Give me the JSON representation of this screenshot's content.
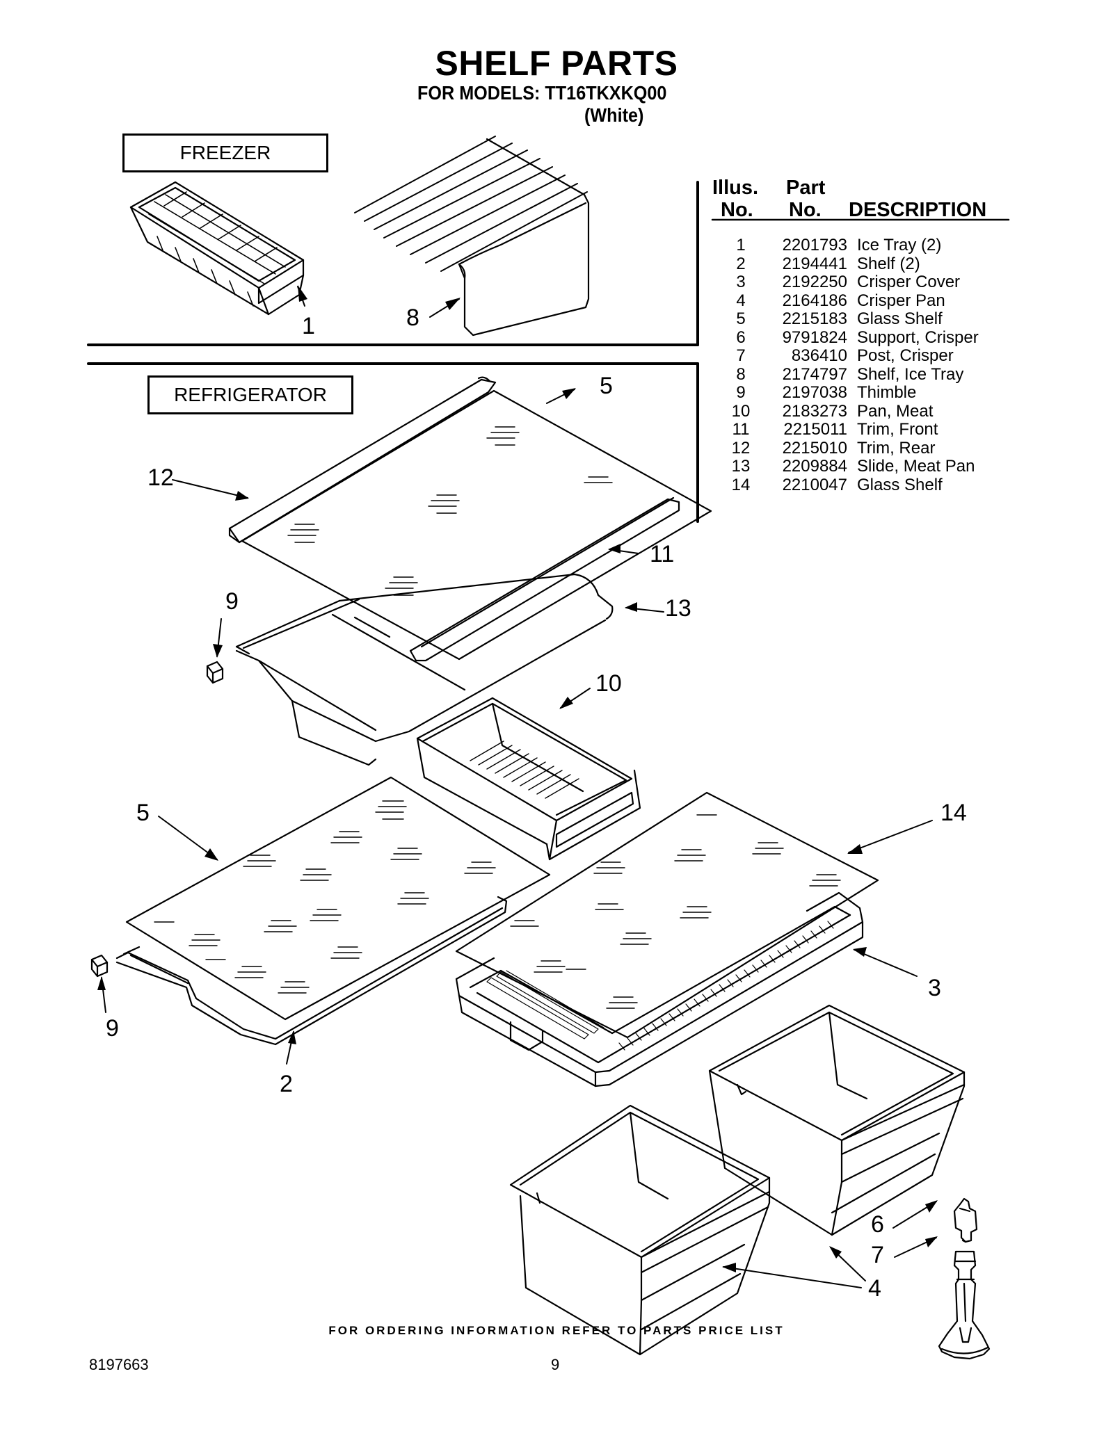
{
  "header": {
    "title": "SHELF PARTS",
    "subtitle": "FOR MODELS: TT16TKXKQ00",
    "color": "(White)"
  },
  "sections": {
    "freezer": "FREEZER",
    "refrigerator": "REFRIGERATOR"
  },
  "table": {
    "head_illus_1": "Illus.",
    "head_illus_2": "No.",
    "head_part_1": "Part",
    "head_part_2": "No.",
    "head_desc": "DESCRIPTION",
    "rows": [
      {
        "illus": "1",
        "part": "2201793",
        "desc": "Ice Tray (2)"
      },
      {
        "illus": "2",
        "part": "2194441",
        "desc": "Shelf (2)"
      },
      {
        "illus": "3",
        "part": "2192250",
        "desc": "Crisper Cover"
      },
      {
        "illus": "4",
        "part": "2164186",
        "desc": "Crisper Pan"
      },
      {
        "illus": "5",
        "part": "2215183",
        "desc": "Glass Shelf"
      },
      {
        "illus": "6",
        "part": "9791824",
        "desc": "Support, Crisper"
      },
      {
        "illus": "7",
        "part": "836410",
        "desc": "Post, Crisper"
      },
      {
        "illus": "8",
        "part": "2174797",
        "desc": "Shelf, Ice Tray"
      },
      {
        "illus": "9",
        "part": "2197038",
        "desc": "Thimble"
      },
      {
        "illus": "10",
        "part": "2183273",
        "desc": "Pan, Meat"
      },
      {
        "illus": "11",
        "part": "2215011",
        "desc": "Trim, Front"
      },
      {
        "illus": "12",
        "part": "2215010",
        "desc": "Trim, Rear"
      },
      {
        "illus": "13",
        "part": "2209884",
        "desc": "Slide, Meat Pan"
      },
      {
        "illus": "14",
        "part": "2210047",
        "desc": "Glass Shelf"
      }
    ]
  },
  "callouts": {
    "c1": "1",
    "c8": "8",
    "c5a": "5",
    "c12": "12",
    "c11": "11",
    "c9a": "9",
    "c13": "13",
    "c10": "10",
    "c5b": "5",
    "c14": "14",
    "c9b": "9",
    "c2": "2",
    "c3": "3",
    "c6": "6",
    "c7": "7",
    "c4": "4"
  },
  "footer": {
    "note": "FOR ORDERING INFORMATION REFER TO PARTS PRICE LIST",
    "doc_number": "8197663",
    "page": "9"
  }
}
